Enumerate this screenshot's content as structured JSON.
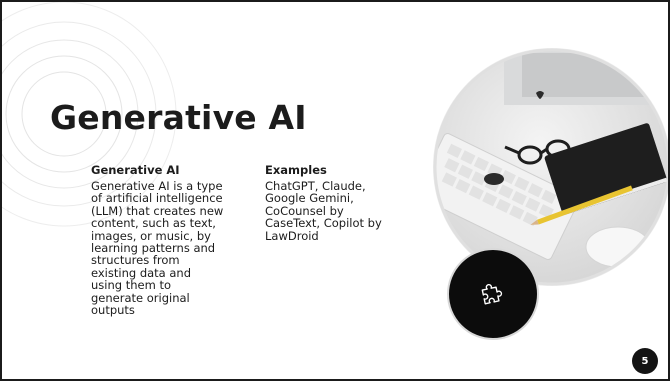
{
  "slide": {
    "title": "Generative AI",
    "left_column": {
      "heading": "Generative AI",
      "lines": [
        "Generative AI is a type",
        "of artificial intelligence",
        "(LLM) that creates new",
        "content, such as text,",
        "images, or music, by",
        "learning patterns and",
        "structures from",
        "existing data and",
        "using them to",
        "generate original",
        "outputs"
      ]
    },
    "right_column": {
      "heading": "Examples",
      "lines": [
        "ChatGPT, Claude,",
        "Google Gemini,",
        "CoCounsel by",
        "CaseText, Copilot by",
        "LawDroid"
      ]
    },
    "page_number": "5",
    "icons": {
      "badge": "puzzle-icon",
      "photo": "desk-workspace-photo"
    },
    "colors": {
      "text": "#1c1c1c",
      "badge_bg": "#0c0c0c",
      "border": "#1b1b1b"
    }
  }
}
